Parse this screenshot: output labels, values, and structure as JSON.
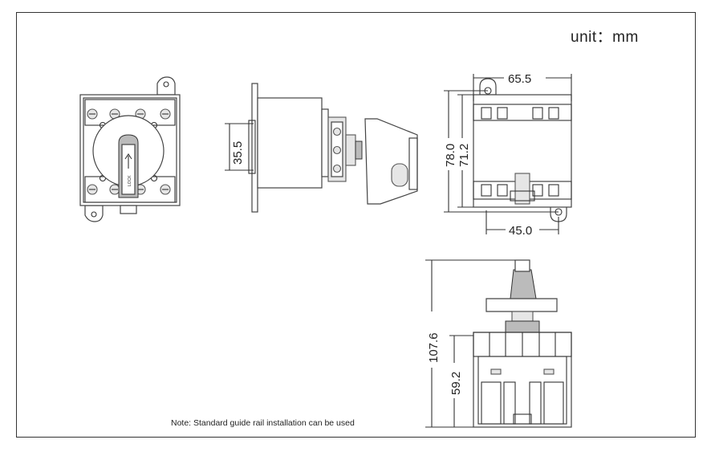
{
  "unit_label": "unit：mm",
  "note": "Note: Standard guide rail installation can be used",
  "dimensions": {
    "front_height": "35.5",
    "width_top": "65.5",
    "height_outer": "78.0",
    "height_inner": "71.2",
    "width_bottom": "45.0",
    "total_height": "107.6",
    "body_height": "59.2"
  },
  "handle_text": "LOCK"
}
